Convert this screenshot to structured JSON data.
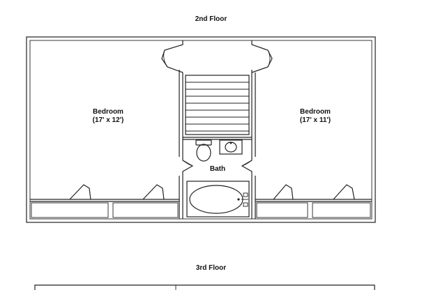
{
  "floors": [
    {
      "title": "2nd Floor",
      "rooms": [
        {
          "name": "Bedroom",
          "size": "(17' x 12')"
        },
        {
          "name": "Bedroom",
          "size": "(17' x 11')"
        },
        {
          "name": "Bath"
        }
      ],
      "fixtures": [
        "stairs",
        "toilet",
        "sink",
        "bathtub",
        "closet",
        "closet",
        "closet",
        "closet"
      ]
    },
    {
      "title": "3rd Floor"
    }
  ]
}
